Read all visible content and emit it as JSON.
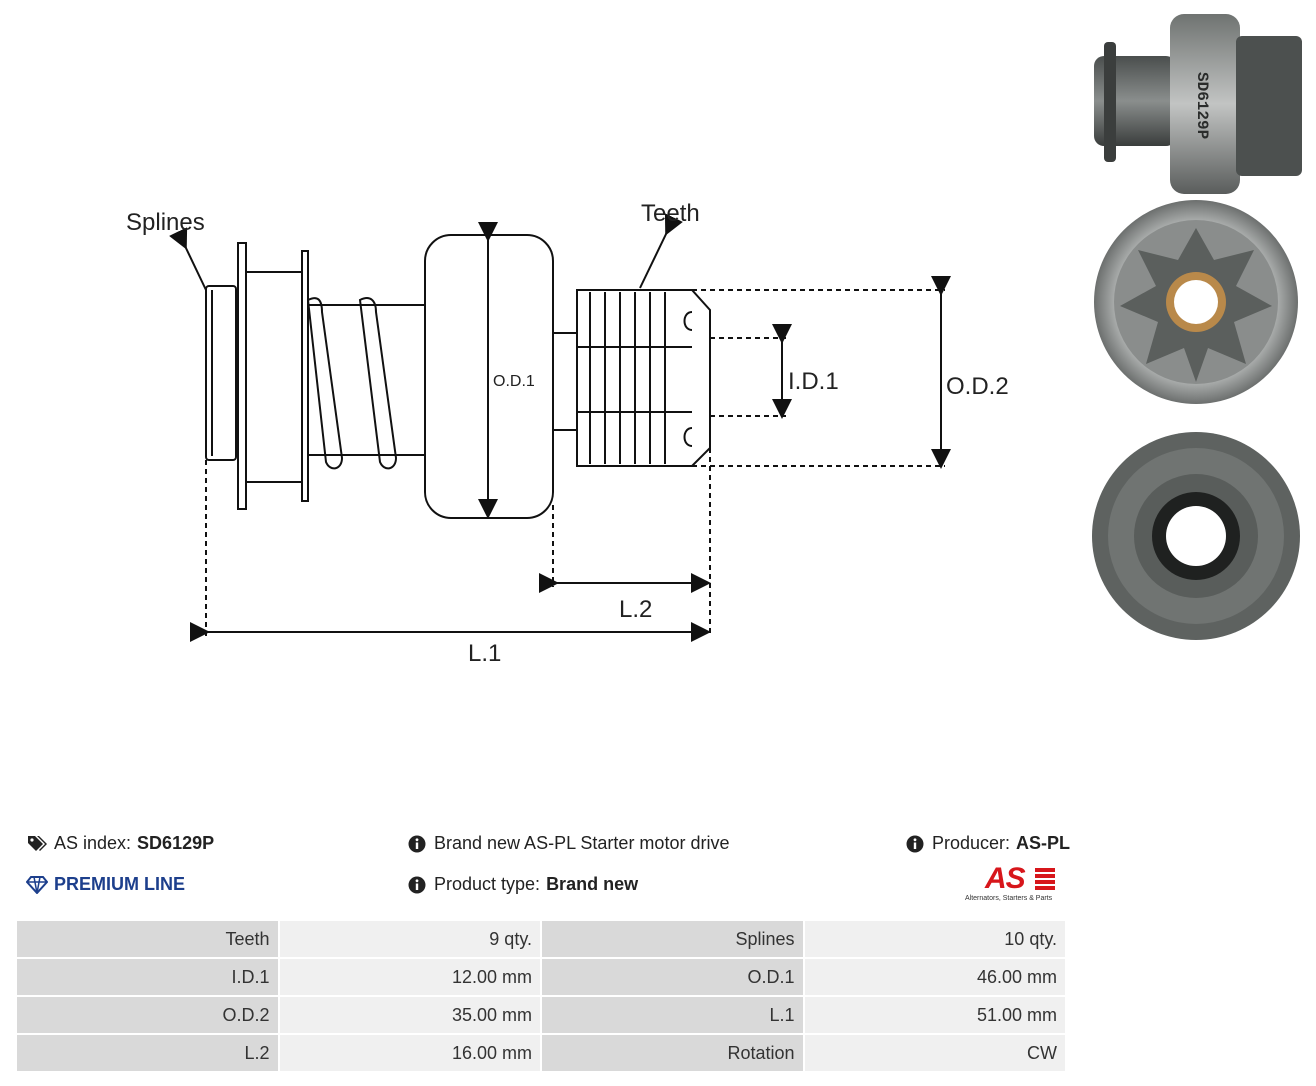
{
  "diagram": {
    "labels": {
      "splines": "Splines",
      "teeth": "Teeth",
      "od1": "O.D.1",
      "id1": "I.D.1",
      "od2": "O.D.2",
      "l2": "L.2",
      "l1": "L.1"
    }
  },
  "photos": {
    "part_marking": "SD6129P"
  },
  "info": {
    "as_index_label": "AS index:",
    "as_index_value": "SD6129P",
    "premium_line": "PREMIUM LINE",
    "description": "Brand new AS-PL Starter motor drive",
    "product_type_label": "Product type:",
    "product_type_value": "Brand new",
    "producer_label": "Producer:",
    "producer_value": "AS-PL",
    "logo_text": "AS",
    "logo_tagline": "Alternators, Starters & Parts"
  },
  "specs": [
    {
      "l1": "Teeth",
      "v1": "9 qty.",
      "l2": "Splines",
      "v2": "10 qty."
    },
    {
      "l1": "I.D.1",
      "v1": "12.00 mm",
      "l2": "O.D.1",
      "v2": "46.00 mm"
    },
    {
      "l1": "O.D.2",
      "v1": "35.00 mm",
      "l2": "L.1",
      "v2": "51.00 mm"
    },
    {
      "l1": "L.2",
      "v1": "16.00 mm",
      "l2": "Rotation",
      "v2": "CW"
    }
  ],
  "colors": {
    "accent_premium": "#1d3f8c",
    "brand_red": "#d7161b",
    "table_label_bg": "#d9d9d9",
    "table_value_bg": "#f0f0f0"
  }
}
